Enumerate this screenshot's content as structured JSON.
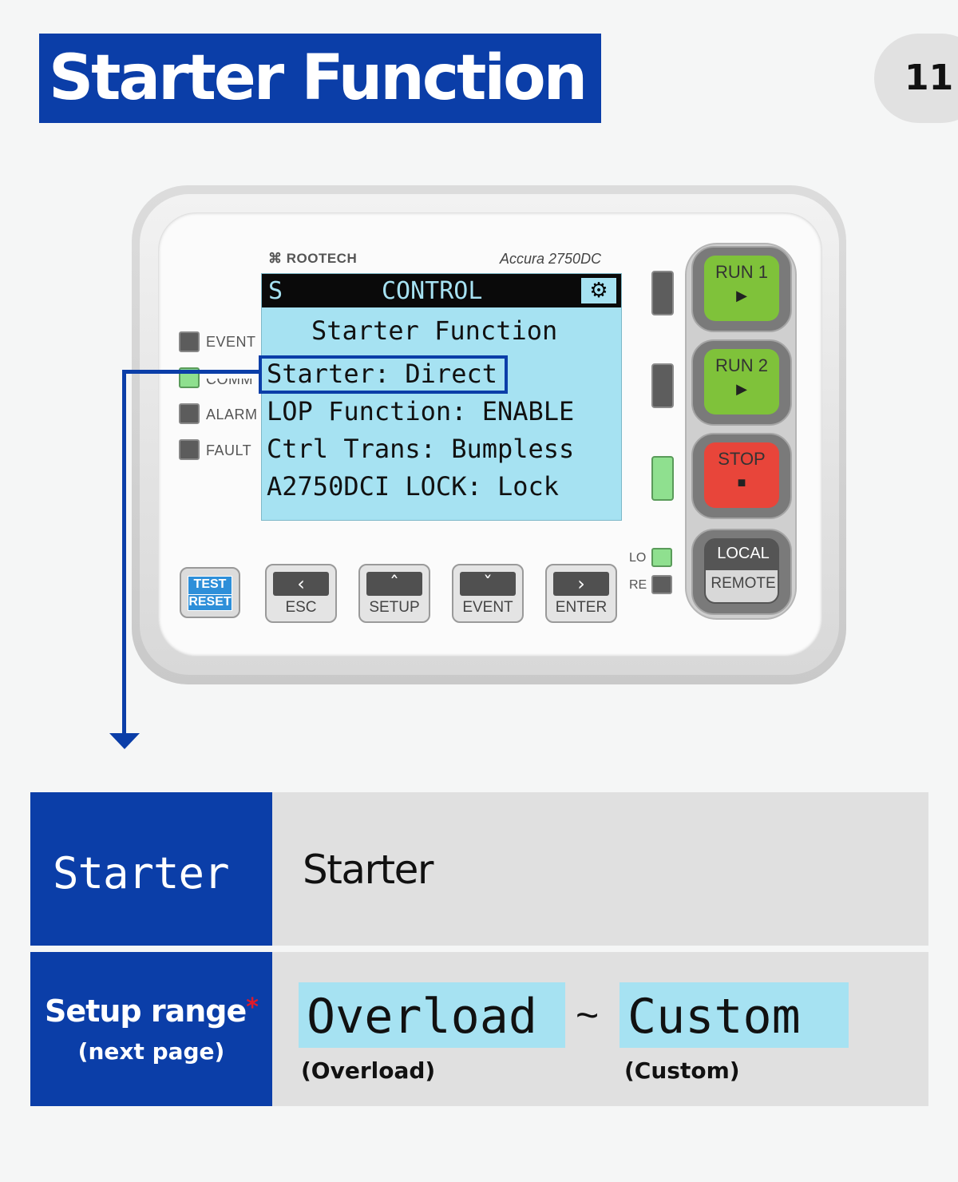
{
  "header": {
    "title": "Starter Function",
    "page_number": "11"
  },
  "device": {
    "brand": "ROOTECH",
    "model": "Accura 2750DC",
    "lcd": {
      "mode": "S",
      "header": "CONTROL",
      "gear_icon": "gear-icon",
      "title": "Starter Function",
      "rows": [
        "Starter: Direct",
        "LOP Function: ENABLE",
        "Ctrl Trans: Bumpless",
        "A2750DCI LOCK: Lock"
      ],
      "highlighted_row": 0
    },
    "status_leds": [
      {
        "label": "EVENT",
        "color": "#5c5c5c"
      },
      {
        "label": "COMM",
        "color": "#8fe08f"
      },
      {
        "label": "ALARM",
        "color": "#5c5c5c"
      },
      {
        "label": "FAULT",
        "color": "#5c5c5c"
      }
    ],
    "test_reset": {
      "top": "TEST",
      "bottom": "RESET",
      "color": "#2e8fd9"
    },
    "nav_buttons": [
      {
        "glyph": "‹",
        "label": "ESC"
      },
      {
        "glyph": "ˆ",
        "label": "SETUP"
      },
      {
        "glyph": "ˇ",
        "label": "EVENT"
      },
      {
        "glyph": "›",
        "label": "ENTER"
      }
    ],
    "control_buttons": [
      {
        "label": "RUN 1",
        "glyph": "▶",
        "color": "#7fc23a"
      },
      {
        "label": "RUN 2",
        "glyph": "▶",
        "color": "#7fc23a"
      },
      {
        "label": "STOP",
        "glyph": "■",
        "color": "#e8453a"
      },
      {
        "label": "LOCAL",
        "sub": "REMOTE",
        "color": "#555555"
      }
    ],
    "lo_re": {
      "lo": "LO",
      "re": "RE"
    }
  },
  "table": {
    "row1": {
      "lcd_label": "Starter",
      "value": "Starter"
    },
    "row2": {
      "label": "Setup range",
      "asterisk": "*",
      "sub": "(next page)",
      "range_from": "Overload",
      "range_sep": "~",
      "range_to": "Custom",
      "from_caption": "(Overload)",
      "to_caption": "(Custom)"
    }
  },
  "colors": {
    "accent_blue": "#0b3ea8",
    "lcd_cyan": "#a6e2f2",
    "cell_gray": "#e0e0e0"
  }
}
